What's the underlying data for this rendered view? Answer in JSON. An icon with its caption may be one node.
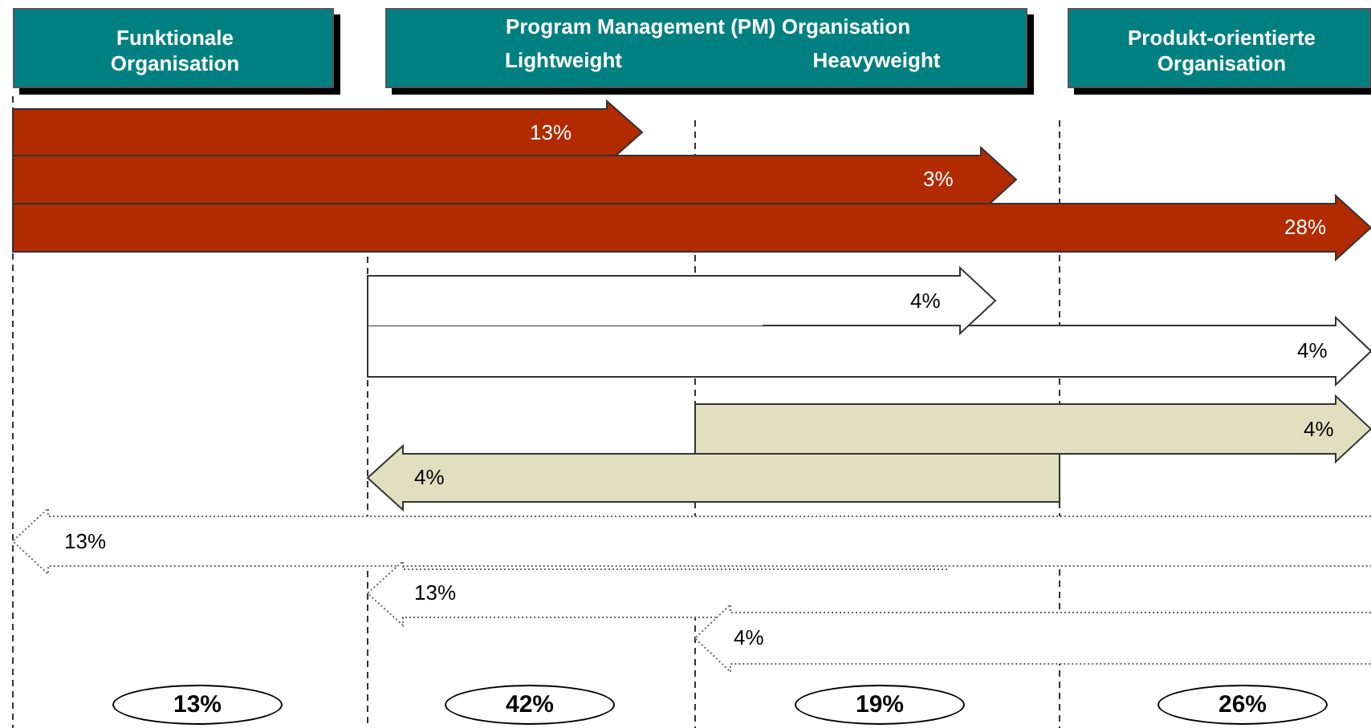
{
  "diagram": {
    "nodes": [
      {
        "text": [
          "Funktionale Organisation"
        ]
      },
      {
        "text": [
          "Program Management (PM) Organisation",
          "Lightweight",
          "Heavyweight"
        ]
      },
      {
        "text": [
          "Produkt-orientierte Organisation"
        ]
      },
      {
        "text": [
          "13%"
        ]
      },
      {
        "text": [
          "3%"
        ]
      },
      {
        "text": [
          "28%"
        ]
      },
      {
        "text": [
          "4%"
        ]
      },
      {
        "text": [
          "4%"
        ]
      },
      {
        "text": [
          "4%"
        ]
      },
      {
        "text": [
          "4%"
        ]
      },
      {
        "text": [
          "13%"
        ]
      },
      {
        "text": [
          "13%"
        ]
      },
      {
        "text": [
          "4%"
        ]
      },
      {
        "text": [
          "13%"
        ]
      },
      {
        "text": [
          "42%"
        ]
      },
      {
        "text": [
          "19%"
        ]
      },
      {
        "text": [
          "26%"
        ]
      }
    ],
    "edges": []
  }
}
